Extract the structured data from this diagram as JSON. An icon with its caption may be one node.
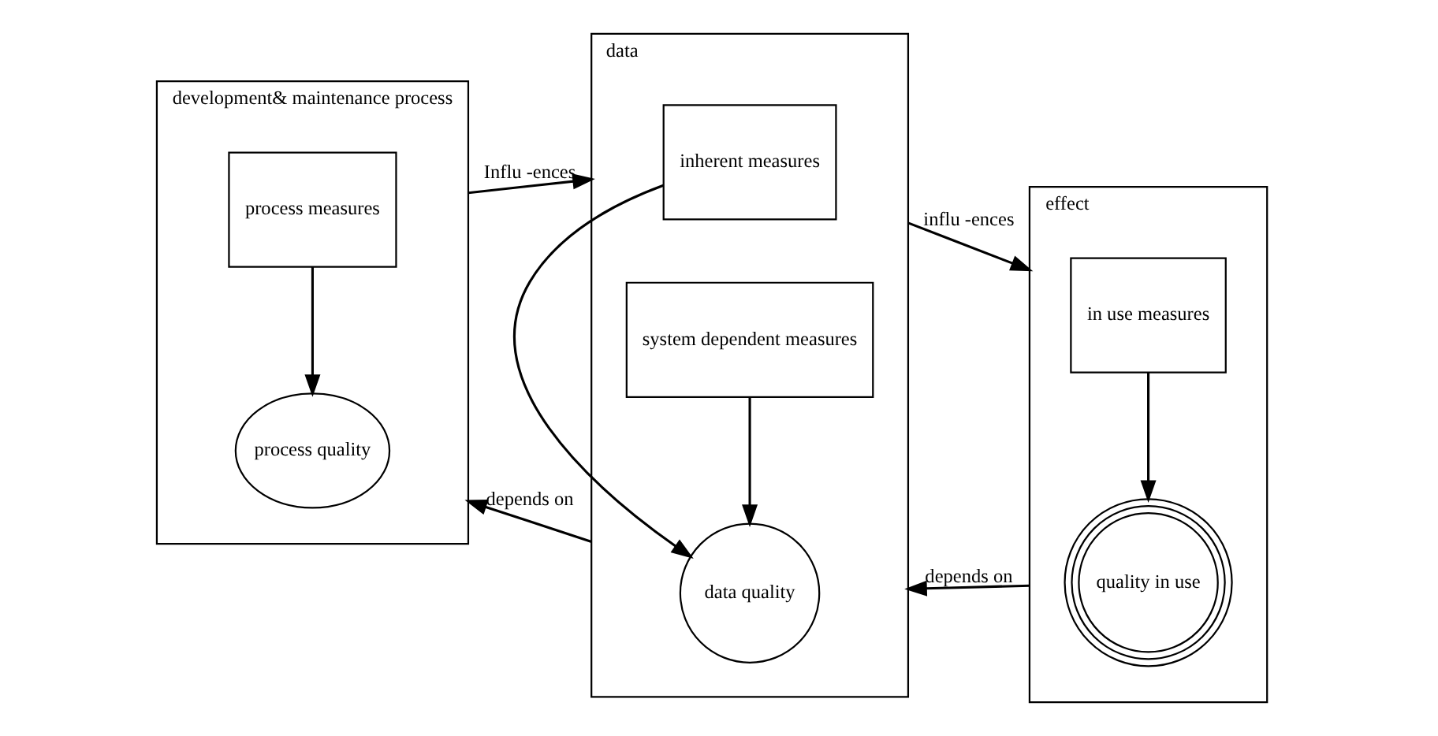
{
  "diagram": {
    "nodes": [
      {
        "text": [
          "development& maintenance process"
        ]
      },
      {
        "text": [
          "process measures"
        ],
        "in": 0
      },
      {
        "text": [
          "process quality"
        ],
        "in": 0
      },
      {
        "text": [
          "data"
        ]
      },
      {
        "text": [
          "inherent measures"
        ],
        "in": 3
      },
      {
        "text": [
          "system dependent measures"
        ],
        "in": 3
      },
      {
        "text": [
          "data quality"
        ],
        "in": 3
      },
      {
        "text": [
          "effect"
        ]
      },
      {
        "text": [
          "in use measures"
        ],
        "in": 7
      },
      {
        "text": [
          "quality in use"
        ],
        "in": 7
      }
    ],
    "edges": [
      {
        "from": 1,
        "to": 2,
        "arrow": "to"
      },
      {
        "from": 4,
        "to": 6,
        "arrow": "to"
      },
      {
        "from": 5,
        "to": 6,
        "arrow": "to"
      },
      {
        "from": 8,
        "to": 9,
        "arrow": "to"
      },
      {
        "from": 0,
        "to": 3,
        "arrow": "to",
        "label": "Influ -ences"
      },
      {
        "from": 3,
        "to": 0,
        "arrow": "to",
        "label": "depends on"
      },
      {
        "from": 3,
        "to": 7,
        "arrow": "to",
        "label": "influ -ences"
      },
      {
        "from": 7,
        "to": 3,
        "arrow": "to",
        "label": "depends on"
      }
    ]
  }
}
